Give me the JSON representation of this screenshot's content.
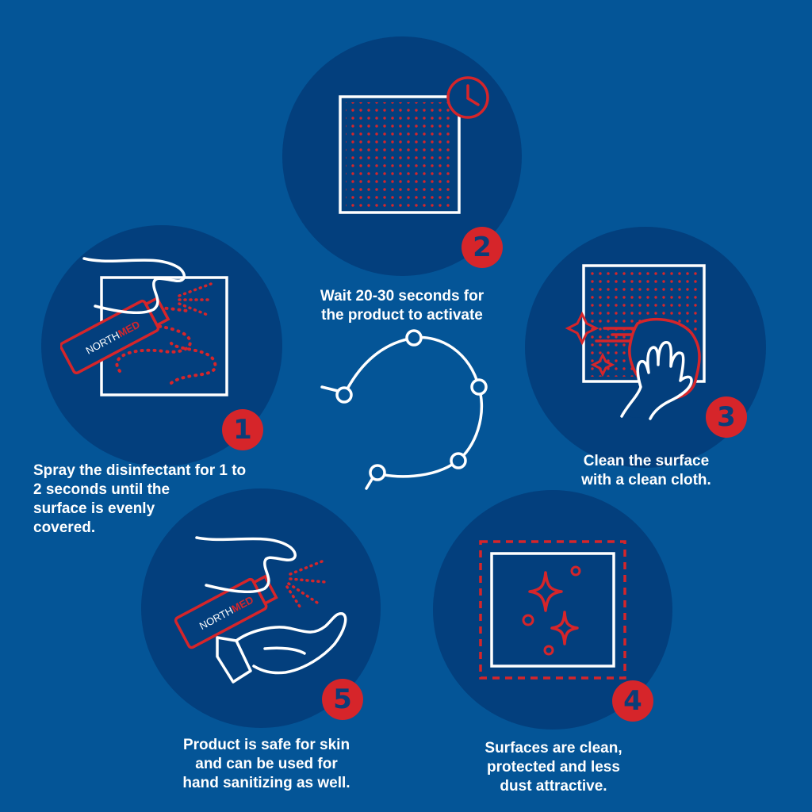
{
  "colors": {
    "background": "#045597",
    "circle": "#033f7d",
    "accent_red": "#d6252a",
    "line_white": "#ffffff",
    "badge_text": "#0b3d78"
  },
  "brand": {
    "name_part1": "NORTH",
    "name_part2": "MED"
  },
  "steps": [
    {
      "number": "1",
      "icon": "spray-bottle-on-surface-icon",
      "caption_lines": [
        "Spray the disinfectant for 1 to",
        "2 seconds until the",
        "surface is evenly",
        "covered."
      ]
    },
    {
      "number": "2",
      "icon": "surface-with-timer-icon",
      "caption_lines": [
        "Wait 20-30 seconds for",
        "the product to activate"
      ]
    },
    {
      "number": "3",
      "icon": "hand-wiping-cloth-icon",
      "caption_lines": [
        "Clean the surface",
        "with a clean cloth."
      ]
    },
    {
      "number": "4",
      "icon": "sparkling-clean-surface-icon",
      "caption_lines": [
        "Surfaces are clean,",
        "protected and less",
        "dust attractive."
      ]
    },
    {
      "number": "5",
      "icon": "spray-on-hand-icon",
      "caption_lines": [
        "Product is safe for skin",
        "and can be used for",
        "hand sanitizing as well."
      ]
    }
  ]
}
